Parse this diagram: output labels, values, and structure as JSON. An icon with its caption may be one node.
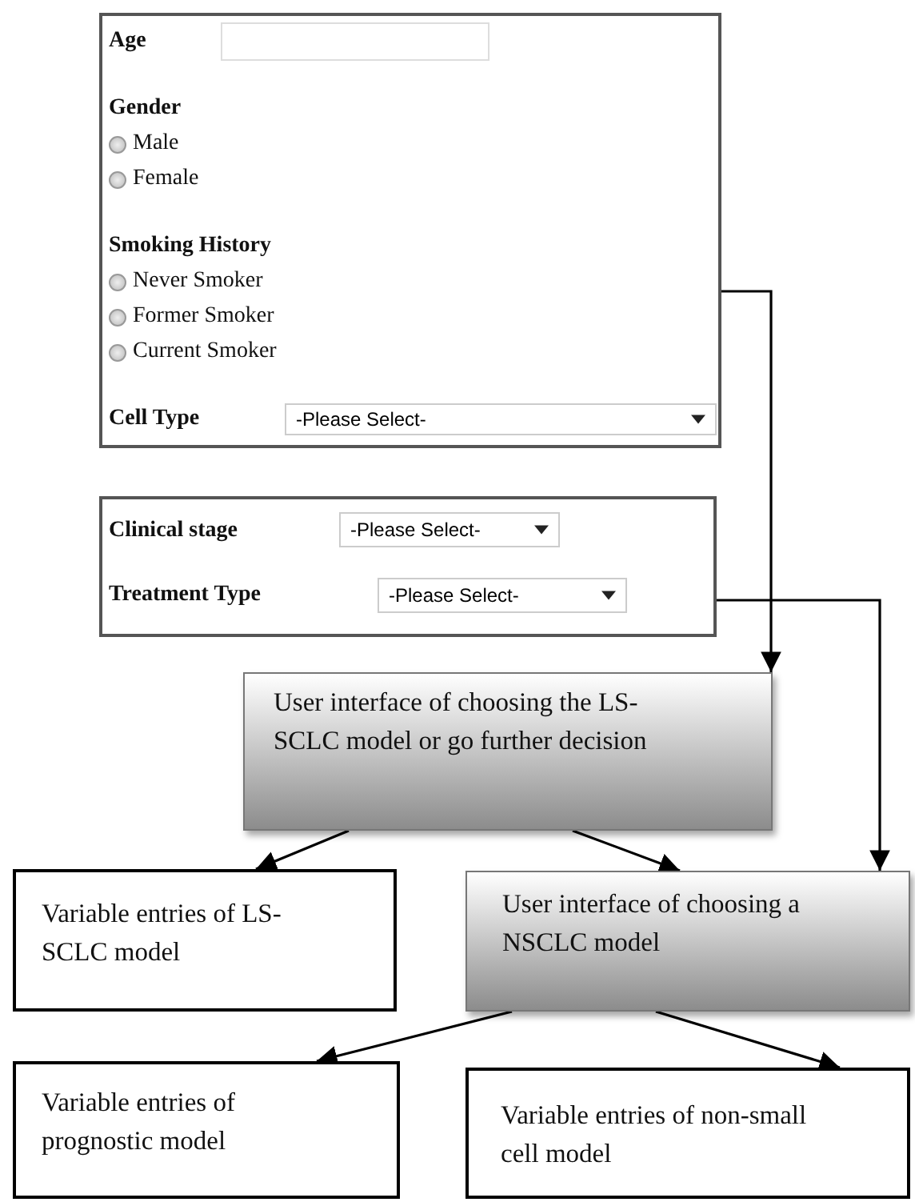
{
  "diagram": {
    "nodes": [
      {
        "text": [
          "Age",
          "Gender",
          "Male",
          "Female",
          "Smoking History",
          "Never Smoker",
          "Former Smoker",
          "Current Smoker",
          "Cell Type",
          "-Please Select-"
        ]
      },
      {
        "text": [
          "Clinical stage",
          "-Please Select-",
          "Treatment Type",
          "-Please Select-"
        ]
      },
      {
        "text": [
          "User interface of choosing the LS-SCLC model or go further decision"
        ]
      },
      {
        "text": [
          "Variable entries of LS-SCLC model"
        ]
      },
      {
        "text": [
          "User interface of choosing a NSCLC model"
        ]
      },
      {
        "text": [
          "Variable entries of prognostic model"
        ]
      },
      {
        "text": [
          "Variable entries of non-small cell model"
        ]
      }
    ],
    "edges": [
      {
        "from": 0,
        "to": 2,
        "arrow": "to"
      },
      {
        "from": 1,
        "to": 4,
        "arrow": "to"
      },
      {
        "from": 2,
        "to": 3,
        "arrow": "to"
      },
      {
        "from": 2,
        "to": 4,
        "arrow": "to"
      },
      {
        "from": 4,
        "to": 5,
        "arrow": "to"
      },
      {
        "from": 4,
        "to": 6,
        "arrow": "to"
      }
    ]
  }
}
